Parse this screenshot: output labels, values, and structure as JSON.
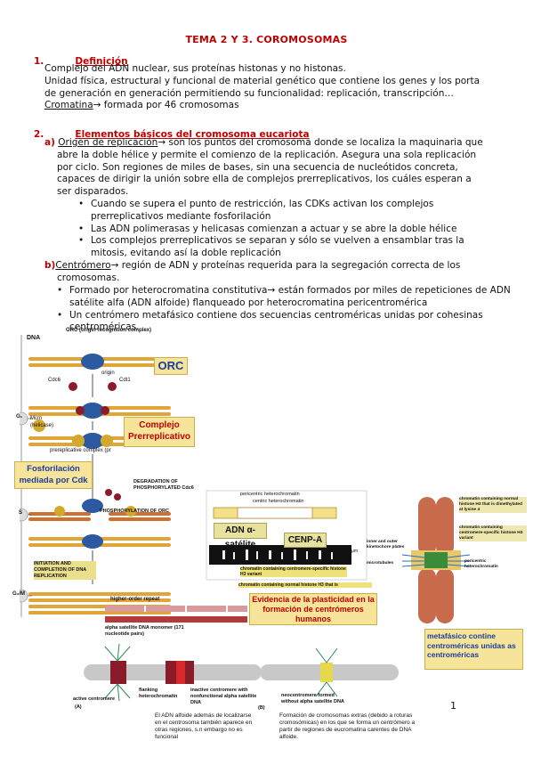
{
  "title": "TEMA 2 Y 3. COROMOSOMAS",
  "s1": {
    "num": "1.",
    "heading": "Definición",
    "lines": [
      "Complejo del ADN nuclear, sus proteínas histonas y no histonas.",
      "Unidad física, estructural y funcional de material genético que contiene los genes y los porta",
      "de generación en generación permitiendo su funcionalidad: replicación, transcripción…"
    ],
    "crom_term": "Cromatina",
    "crom_rest": "→ formada por 46 cromosomas"
  },
  "s2": {
    "num": "2.",
    "heading": "Elementos básicos del cromosoma eucariota",
    "a_letter": "a)",
    "a_term": "Origen de replicación",
    "a_lines": [
      "→ son los puntos del cromosoma donde se localiza la maquinaria que",
      "abre la doble hélice y permite el comienzo de la replicación. Asegura una sola replicación",
      "por ciclo. Son regiones de miles de bases, sin una secuencia de nucleótidos concreta,",
      "capaces de dirigir la unión sobre ella de complejos prerreplicativos, los cuáles esperan a",
      "ser disparados."
    ],
    "a_bullets": [
      "Cuando se supera el punto de restricción, las CDKs activan los complejos prerreplicativos mediante fosforilación",
      "Las ADN polimerasas y helicasas comienzan a actuar y se abre la doble hélice",
      "Los complejos prerreplicativos se separan y sólo se vuelven a ensamblar tras la mitosis, evitando así la doble replicación"
    ],
    "b_letter": "b)",
    "b_term": "Centrómero",
    "b_rest": "→ región de ADN y proteínas requerida para la segregación correcta de los",
    "b_line2": "cromosomas.",
    "b_bullets": [
      "Formado por heterocromatina constitutiva→ están formados por miles de repeticiones de ADN satélite alfa (ADN alfoide) flanqueado por heterocromatina pericentromérica",
      "Un centrómero metafásico contiene dos secuencias centroméricas unidas por cohesinas centroméricas."
    ]
  },
  "figure": {
    "left": {
      "dna": "DNA",
      "orc_label": "ORC (origin recognition complex)",
      "origin": "origin",
      "cdc6": "Cdc6",
      "cdt1": "Cdt1",
      "mcm": "Mcm",
      "helicase": "(helicase)",
      "prerep": "prereplicative complex (pr",
      "g1": "G₁",
      "s": "S",
      "g2m": "G₂/M",
      "degradation": "DEGRADATION OF PHOSPHORYLATED Cdc6",
      "phosph_orc": "PHOSPHORYLATION OF ORC",
      "initiation": "INITIATION AND COMPLETION OF DNA REPLICATION",
      "orc_box": "ORC",
      "complejo_box": "Complejo Prerreplicativo",
      "fosfo_box": "Fosforilación mediada por Cdk"
    },
    "middle": {
      "pericentric": "pericentric heterochromatin",
      "centric": "centric heterochromatin",
      "adn_sat": "ADN α-satélite",
      "cenpa": "CENP-A",
      "scale": "15 μm",
      "chrom_cenp": "chromatin containing centromere-specific histone H3 variant",
      "chrom_normal": "chromatin containing normal histone H3 that is",
      "evidencia": "Evidencia de la plasticidad en la formación de centrómeros humanos"
    },
    "right": {
      "lbl1": "chromatin containing normal histone H3 that is dimethylated at lysine 4",
      "lbl2": "chromatin containing centromere-specific histone H3 variant",
      "lbl3": "inner and outer kinetochore plates",
      "lbl4": "microtubules",
      "lbl5": "pericentric heterochromatin",
      "metaf_box": "metafásico contine centroméricas unidas as centroméricas"
    },
    "bottom": {
      "higher": "higher-order repeat",
      "monomer": "alpha satellite DNA monomer (171 nucleotide pairs)",
      "active": "active centromere",
      "a": "(A)",
      "flanking": "flanking heterochromatin",
      "inactive": "inactive centromere with nonfunctional alpha satellite DNA",
      "b": "(B)",
      "neo": "neocentromere formed without alpha satellite DNA",
      "note1": "El ADN alfoide además de localizarse en el centrosoma también aparece en otras regiones, s.n embargo no es funcional",
      "note2": "Formación de cromosomas extras (debido a roturas cromosómicas) en los que se forma un centrómero a partir de regiones de eucromatina carentes de DNA alfoide."
    }
  },
  "page_number": "1"
}
